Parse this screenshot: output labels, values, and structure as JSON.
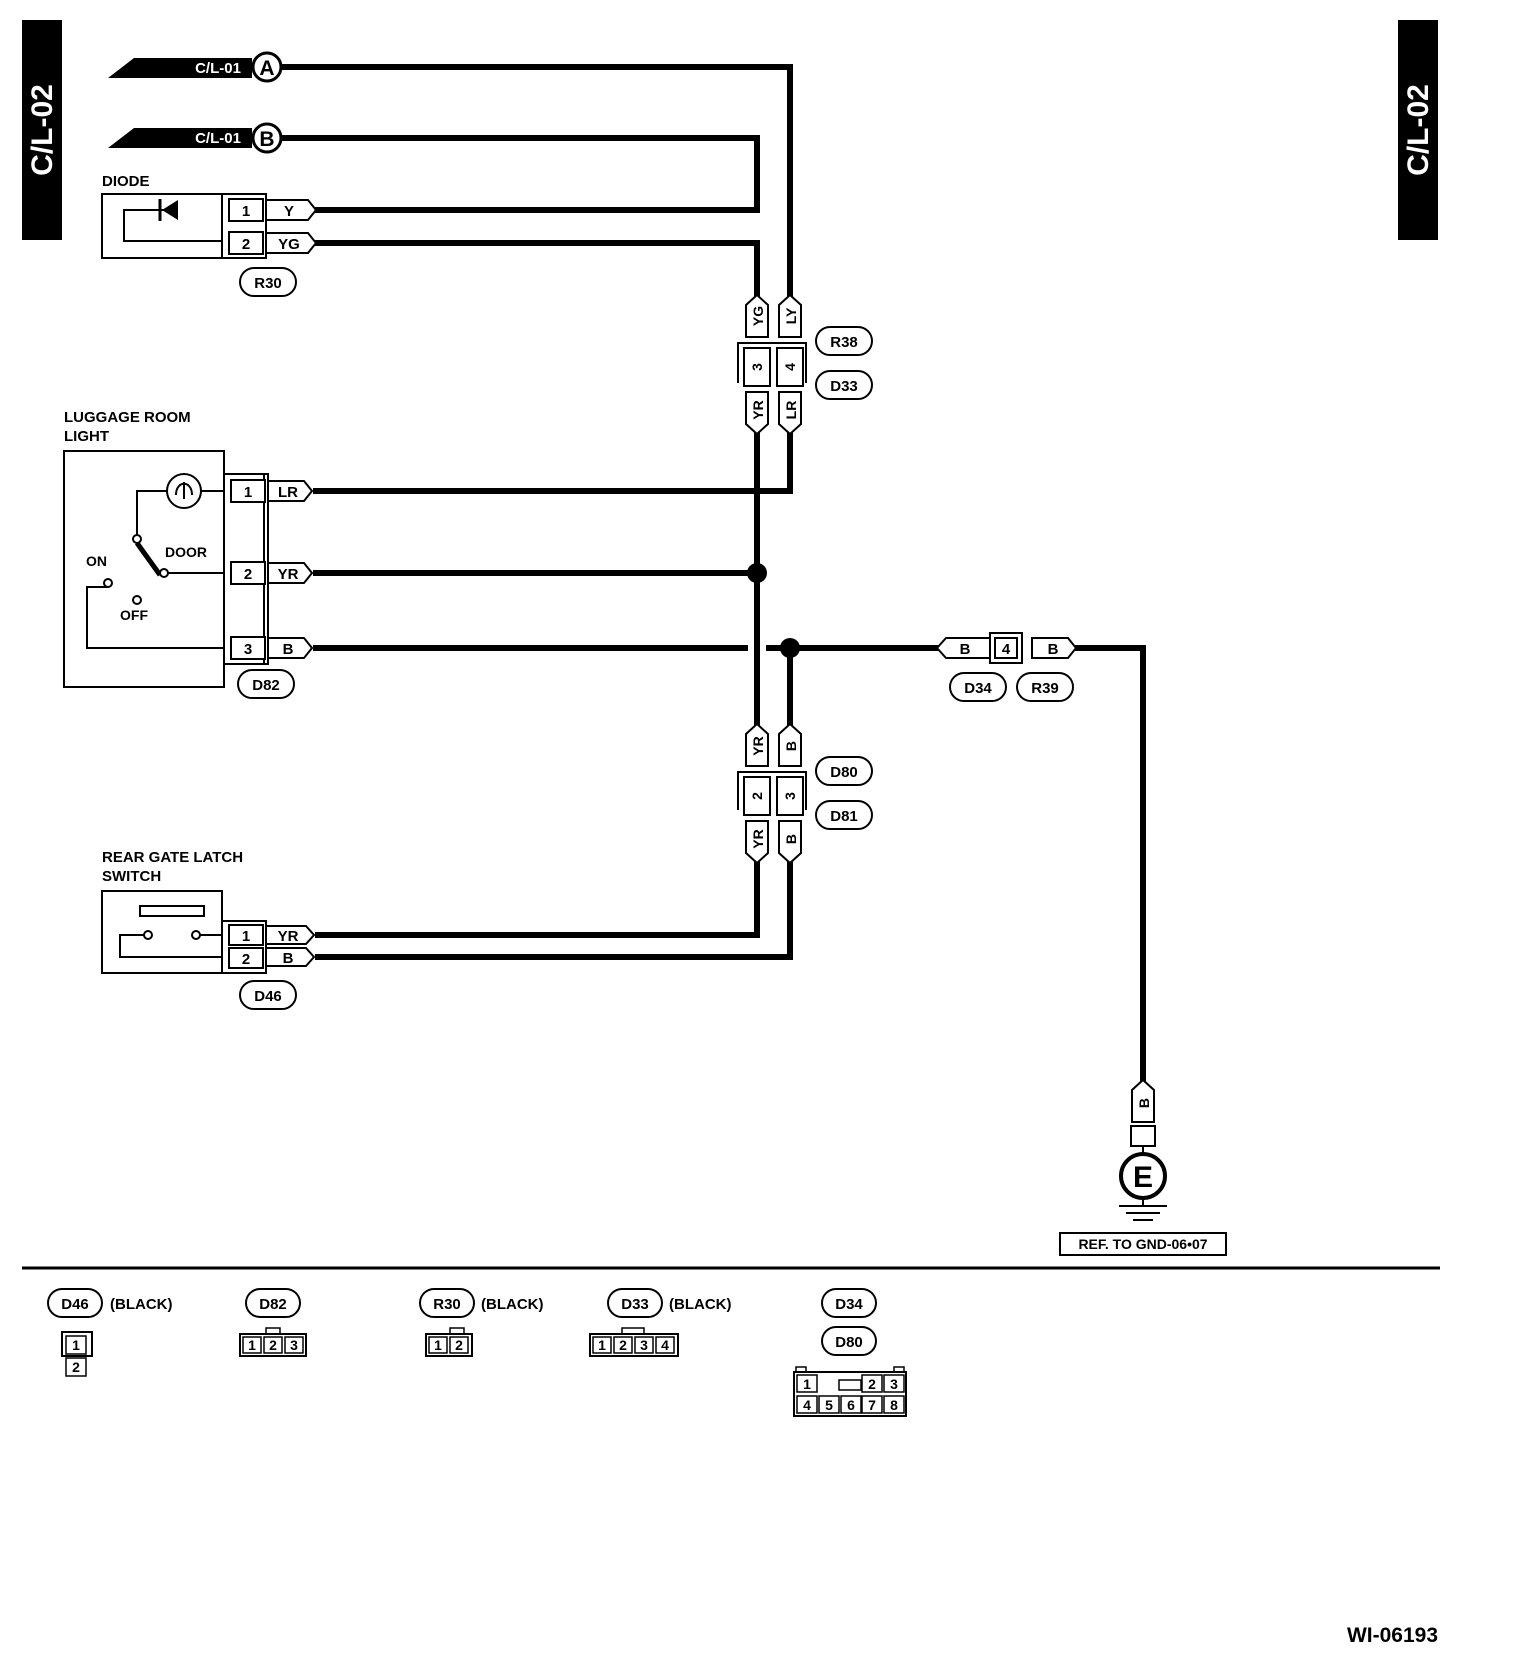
{
  "page": {
    "tab_left": "C/L-02",
    "tab_right": "C/L-02",
    "figure_id": "WI-06193"
  },
  "inputs": {
    "a_label": "C/L-01",
    "a_letter": "A",
    "b_label": "C/L-01",
    "b_letter": "B"
  },
  "components": {
    "diode": "DIODE",
    "luggage_line1": "LUGGAGE ROOM",
    "luggage_line2": "LIGHT",
    "rear_gate_line1": "REAR GATE LATCH",
    "rear_gate_line2": "SWITCH",
    "switch_on": "ON",
    "switch_off": "OFF",
    "switch_door": "DOOR",
    "ground_letter": "E",
    "ground_ref": "REF. TO GND-06•07"
  },
  "connectors": {
    "r30": "R30",
    "r38": "R38",
    "d33": "D33",
    "d82": "D82",
    "d34": "D34",
    "r39": "R39",
    "d80": "D80",
    "d81": "D81",
    "d46": "D46"
  },
  "pins": {
    "r30_1": "1",
    "r30_2": "2",
    "r38_3": "3",
    "r38_4": "4",
    "d82_1": "1",
    "d82_2": "2",
    "d82_3": "3",
    "d34_4": "4",
    "d80_2": "2",
    "d80_3": "3",
    "d46_1": "1",
    "d46_2": "2"
  },
  "wires": {
    "y": "Y",
    "yg": "YG",
    "yg_v": "YG",
    "ly_v": "LY",
    "yr_v1": "YR",
    "lr_v": "LR",
    "lr": "LR",
    "yr": "YR",
    "b": "B",
    "b_d34": "B",
    "b_r39": "B",
    "yr_v2": "YR",
    "b_v2": "B",
    "yr_v3": "YR",
    "b_v3": "B",
    "yr_d46": "YR",
    "b_d46": "B",
    "b_gnd": "B"
  },
  "legend": {
    "d46": "D46",
    "d46_color": "(BLACK)",
    "d82": "D82",
    "r30": "R30",
    "r30_color": "(BLACK)",
    "d33": "D33",
    "d33_color": "(BLACK)",
    "d34": "D34",
    "d80": "D80",
    "pins_d46": [
      "1",
      "2"
    ],
    "pins_d82": [
      "1",
      "2",
      "3"
    ],
    "pins_r30": [
      "1",
      "2"
    ],
    "pins_d33": [
      "1",
      "2",
      "3",
      "4"
    ],
    "pins_d34_top": [
      "1",
      "2",
      "3"
    ],
    "pins_d34_bottom": [
      "4",
      "5",
      "6",
      "7",
      "8"
    ]
  }
}
